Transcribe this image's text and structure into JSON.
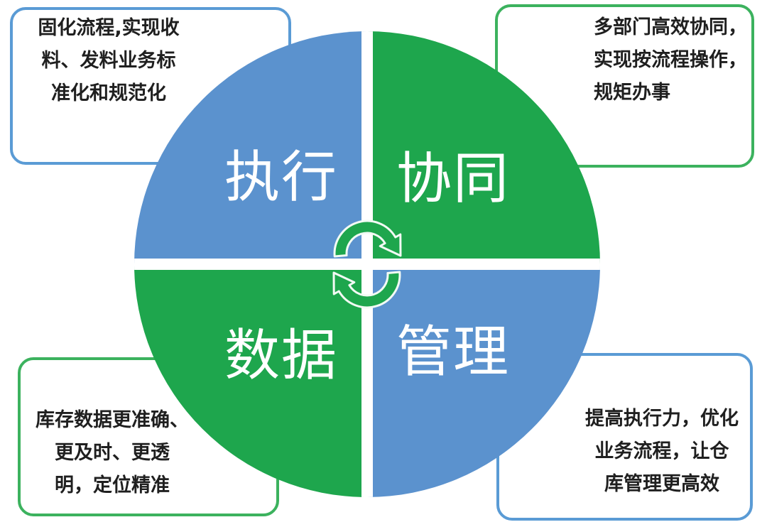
{
  "colors": {
    "quadrant_blue": "#5B92CE",
    "quadrant_green": "#1EA64D",
    "border_blue": "#5A9BD5",
    "border_green": "#3CB25E",
    "text": "#1F1F1F",
    "label": "#FFFFFF",
    "background": "#FFFFFF"
  },
  "quadrants": {
    "top_left": {
      "label": "执行",
      "color": "#5B92CE"
    },
    "top_right": {
      "label": "协同",
      "color": "#1EA64D"
    },
    "bottom_left": {
      "label": "数据",
      "color": "#1EA64D"
    },
    "bottom_right": {
      "label": "管理",
      "color": "#5B92CE"
    }
  },
  "callouts": {
    "top_left": {
      "border_color": "#5A9BD5",
      "lines": [
        "固化流程,实现收",
        "料、发料业务标",
        "准化和规范化"
      ]
    },
    "top_right": {
      "border_color": "#3CB25E",
      "lines": [
        "多部门高效协同，",
        "实现按流程操作，",
        "规矩办事"
      ]
    },
    "bottom_left": {
      "border_color": "#3CB25E",
      "lines": [
        "库存数据更准确、",
        "更及时、更透",
        "明，定位精准"
      ]
    },
    "bottom_right": {
      "border_color": "#5A9BD5",
      "lines": [
        "提高执行力，优化",
        "业务流程，让仓",
        "库管理更高效"
      ]
    }
  },
  "center_icon": "cycle-arrows-icon"
}
